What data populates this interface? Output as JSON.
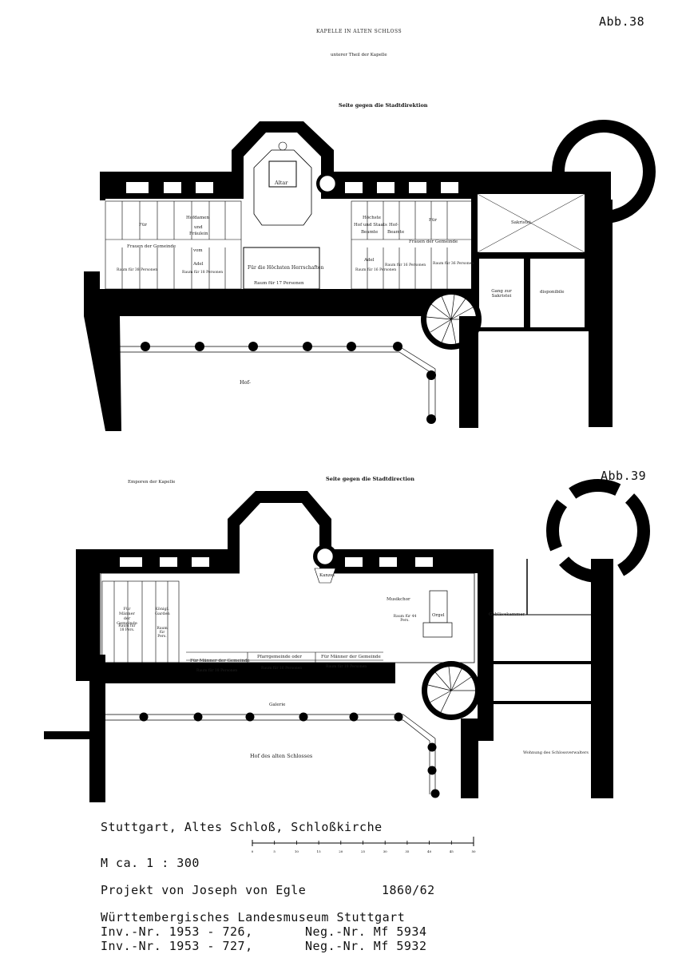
{
  "figure_top": {
    "label": "Abb.38",
    "heading": "KAPELLE IN ALTEN SCHLOSS",
    "subheading": "unterer Theil der Kapelle",
    "side_label": "Seite gegen die Stadtdirektion",
    "rooms": {
      "altar": "Altar",
      "sakristei": "Sakristei",
      "gang": "Gang zur Sakristei",
      "disponibile": "disponibile",
      "hof": "Hof-",
      "herrschaften": "Für die Höchsten Herrschaften",
      "herrschaften_raum": "Raum für 17 Personen",
      "frauen_left": "Frauen der Gemeinde",
      "frauen_right": "Frauen der Gemeinde",
      "fur_left": "Für",
      "hofdamen": "Hofdamen",
      "und": "und",
      "fraeulein": "Fräulein",
      "vom": "vom",
      "adel_left": "Adel",
      "raum_left_a": "Raum für 38 Personen",
      "raum_left_b": "Raum für 18 Personen",
      "hochste": "Höchste",
      "hofund_stats": "Hof und Staats",
      "beamte": "Beamte",
      "beamte2": "Beamte",
      "fur_right": "Für",
      "adel_right": "Adel",
      "raum_right_a": "Raum für 16 Personen",
      "raum_right_b": "Raum für 16 Personen",
      "raum_right_c": "Raum für 36 Personen"
    }
  },
  "figure_bottom": {
    "label": "Abb.39",
    "title_left": "Emporen der Kapelle",
    "side_label": "Seite gegen die Stadtdirection",
    "rooms": {
      "kanzel": "Kanzel",
      "musikchor": "Musikchor",
      "musik_raum": "Raum für 44 Pers.",
      "orgel": "Orgel",
      "geblaese": "Gebläsekammer",
      "galerie": "Galerie",
      "hof": "Hof des alten Schlosses",
      "wohnung": "Wohnung des Schlossverwalters",
      "maenner_left": "Für Männer der Gemeinde",
      "maenner_left_raum": "Raum für 18 Pers.",
      "koenigl": "Königl. Garden",
      "koenigl_raum": "Raum für Pers.",
      "maenner_a": "Für Männer der Gemeinde",
      "maenner_a_raum": "Raum für 18 Personen",
      "pfarr": "Pfarrgemeinde oder",
      "pfarr_raum": "Raum für 16 Personen",
      "maenner_b": "Für Männer der Gemeinde",
      "maenner_b_raum": "Raum für 18 Personen"
    }
  },
  "caption": {
    "line1": "Stuttgart, Altes Schloß, Schloßkirche",
    "line2": "M ca. 1 : 300",
    "line3_left": "Projekt von Joseph von Egle",
    "line3_right": "1860/62",
    "line4": "Württembergisches Landesmuseum Stuttgart",
    "line5_left": "Inv.-Nr. 1953 - 726,",
    "line5_right": "Neg.-Nr. Mf 5934",
    "line6_left": "Inv.-Nr. 1953 - 727,",
    "line6_right": "Neg.-Nr. Mf 5932"
  },
  "scale_bar": {
    "ticks": [
      "0",
      "5",
      "10",
      "15",
      "20",
      "25",
      "30",
      "35",
      "40",
      "45",
      "50"
    ]
  }
}
